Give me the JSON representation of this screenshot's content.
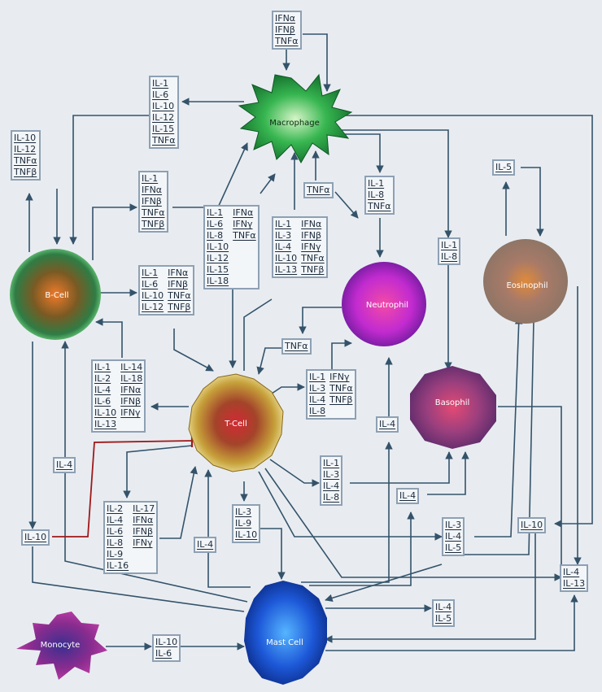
{
  "cells": {
    "macrophage": "Macrophage",
    "bcell": "B-Cell",
    "tcell": "T-Cell",
    "neutrophil": "Neutrophil",
    "eosinophil": "Eosinophil",
    "basophil": "Basophil",
    "mastcell": "Mast Cell",
    "monocyte": "Monocyte"
  },
  "boxes": {
    "mac_in": [
      "IFNα",
      "IFNβ",
      "TNFα"
    ],
    "mac_out": [
      "IL-1",
      "IL-6",
      "IL-10",
      "IL-12",
      "IL-15",
      "TNFα"
    ],
    "b_out": [
      "IL-10",
      "IL-12",
      "TNFα",
      "TNFβ"
    ],
    "b_to_mac": [
      "IL-1",
      "IFNα",
      "IFNβ",
      "TNFα",
      "TNFβ"
    ],
    "t_to_mac": {
      "left": [
        "IL-1",
        "IL-6",
        "IL-8",
        "IL-10",
        "IL-12",
        "IL-15",
        "IL-18"
      ],
      "right": [
        "IFNα",
        "IFNγ",
        "TNFα"
      ]
    },
    "neu_to_mac": {
      "left": [
        "IL-1",
        "IL-3",
        "IL-4",
        "IL-10",
        "IL-13"
      ],
      "right": [
        "IFNα",
        "IFNβ",
        "IFNγ",
        "TNFα",
        "TNFβ"
      ]
    },
    "tnf_neu_mac": [
      "TNFα"
    ],
    "mac_to_neu": [
      "IL-1",
      "IL-8",
      "TNFα"
    ],
    "mac_to_baso": [
      "IL-1",
      "IL-8"
    ],
    "eos_il5": [
      "IL-5"
    ],
    "b_to_t": {
      "left": [
        "IL-1",
        "IL-6",
        "IL-10",
        "IL-12"
      ],
      "right": [
        "IFNα",
        "IFNβ",
        "TNFα",
        "TNFβ"
      ]
    },
    "t_to_b": {
      "left": [
        "IL-1",
        "IL-2",
        "IL-4",
        "IL-6",
        "IL-10",
        "IL-13"
      ],
      "right": [
        "IL-14",
        "IL-18",
        "IFNα",
        "IFNβ",
        "IFNγ"
      ]
    },
    "tnf_neu_t": [
      "TNFα"
    ],
    "t_to_neu": {
      "left": [
        "IL-1",
        "IL-3",
        "IL-4",
        "IL-8"
      ],
      "right": [
        "IFNγ",
        "TNFα",
        "TNFβ"
      ]
    },
    "il4_neu": [
      "IL-4"
    ],
    "t_to_baso": [
      "IL-1",
      "IL-3",
      "IL-4",
      "IL-8"
    ],
    "il4_baso": [
      "IL-4"
    ],
    "il4_b": [
      "IL-4"
    ],
    "il10_b": [
      "IL-10"
    ],
    "to_t": {
      "left": [
        "IL-2",
        "IL-4",
        "IL-6",
        "IL-8",
        "IL-9",
        "IL-16"
      ],
      "right": [
        "IL-17",
        "IFNα",
        "IFNβ",
        "IFNγ"
      ]
    },
    "il4_t": [
      "IL-4"
    ],
    "t_to_mast": [
      "IL-3",
      "IL-9",
      "IL-10"
    ],
    "to_eos": [
      "IL-3",
      "IL-4",
      "IL-5"
    ],
    "il10_right": [
      "IL-10"
    ],
    "il4_13": [
      "IL-4",
      "IL-13"
    ],
    "il4_5": [
      "IL-4",
      "IL-5"
    ],
    "mono_out": [
      "IL-10",
      "IL-6"
    ]
  }
}
